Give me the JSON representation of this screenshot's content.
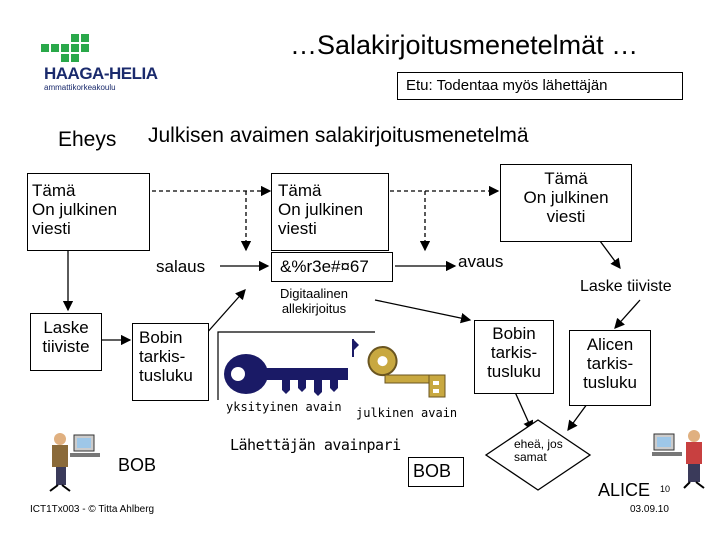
{
  "title": "…Salakirjoitusmenetelmät …",
  "logo": {
    "name": "HAAGA-HELIA",
    "subtitle": "ammattikorkeakoulu",
    "color": "#2aa84a",
    "text_color": "#1a2a6c"
  },
  "subtitle_box": "Etu: Todentaa myös lähettäjän",
  "eheys": "Eheys",
  "heading": "Julkisen avaimen salakirjoitusmenetelmä",
  "message_lines": [
    "Tämä",
    "On julkinen",
    "viesti"
  ],
  "salaus": "salaus",
  "cipher": "&%r3e#¤67",
  "avaus": "avaus",
  "laske_tiiviste_top": "Laske tiiviste",
  "laske_tiiviste_left": [
    "Laske",
    "tiiviste"
  ],
  "digital_signature": [
    "Digitaalinen",
    "allekirjoitus"
  ],
  "bobin_left": [
    "Bobin",
    "tarkis-",
    "tusluku"
  ],
  "bobin_right": [
    "Bobin",
    "tarkis-",
    "tusluku"
  ],
  "alicen": [
    "Alicen",
    "tarkis-",
    "tusluku"
  ],
  "yksityinen_avain": "yksityinen avain",
  "julkinen_avain": "julkinen avain",
  "keypair": "Lähettäjän avainpari",
  "bob_left": "BOB",
  "bob_box": "BOB",
  "ehea": [
    "eheä, jos",
    "samat"
  ],
  "alice": "ALICE",
  "page_number": "10",
  "footer_left": "ICT1Tx003 - © Titta Ahlberg",
  "footer_date": "03.09.10",
  "colors": {
    "accent_green": "#2aa84a",
    "key_dark": "#1a1a66",
    "key_gold": "#c8a840",
    "person_shirt": "#8a6a3a"
  }
}
